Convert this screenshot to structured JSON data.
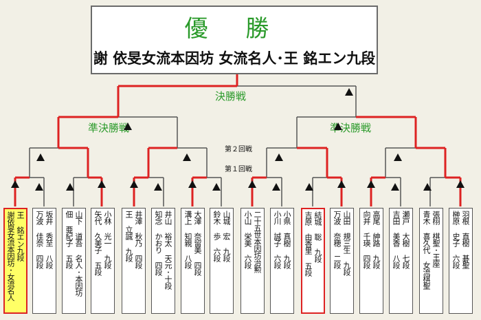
{
  "champion": {
    "title": "優 勝",
    "name": "謝 依旻女流本因坊 女流名人･王 銘エン九段"
  },
  "rounds": {
    "final": "決勝戦",
    "semifinal_left": "準決勝戦",
    "semifinal_right": "準決勝戦",
    "second": "第２回戦",
    "first": "第１回戦"
  },
  "players": [
    {
      "lines": [
        "王 銘エン九段",
        "謝依旻女流本因坊･女流名人"
      ]
    },
    {
      "lines": [
        "坂井 秀至 八段",
        "万波 佳奈 四段"
      ]
    },
    {
      "lines": [
        "山下 道吾 名人･本因坊",
        "佃 亜紀子 五段"
      ]
    },
    {
      "lines": [
        "小林 光一 九段",
        "矢代 久美子 五段"
      ]
    },
    {
      "lines": [
        "井澤 秋乃 四段",
        "王 立誠 九段"
      ]
    },
    {
      "lines": [
        "井山 裕太 天元･十段",
        "知念 かおり 四段"
      ]
    },
    {
      "lines": [
        "大澤 奈留美 四段",
        "溝上 知親 八段"
      ]
    },
    {
      "lines": [
        "山城 宏 九段",
        "鈴木 歩 六段"
      ]
    },
    {
      "lines": [
        "二十五世本因坊治勲",
        "小山 栄美 六段"
      ]
    },
    {
      "lines": [
        "小県 真樹 九段",
        "小川 誠子 六段"
      ]
    },
    {
      "lines": [
        "結城 聡 九段",
        "吉原 由香里 五段"
      ]
    },
    {
      "lines": [
        "山田 規三生 九段",
        "万波 奈穂 二段"
      ]
    },
    {
      "lines": [
        "高尾 紳路 九段",
        "向井 千瑛 四段"
      ]
    },
    {
      "lines": [
        "瀬戸 大樹 七段",
        "吉田 美香 八段"
      ]
    },
    {
      "lines": [
        "張栩 棋聖･王座",
        "青木 喜久代 女流棋聖"
      ]
    },
    {
      "lines": [
        "羽根 直樹 碁聖",
        "榊原 史子 六段"
      ]
    }
  ],
  "colors": {
    "win_line": "#dd2222",
    "lose_line": "#555555",
    "round_label": "#2a9a2a",
    "champion_highlight": "#ffff66"
  }
}
